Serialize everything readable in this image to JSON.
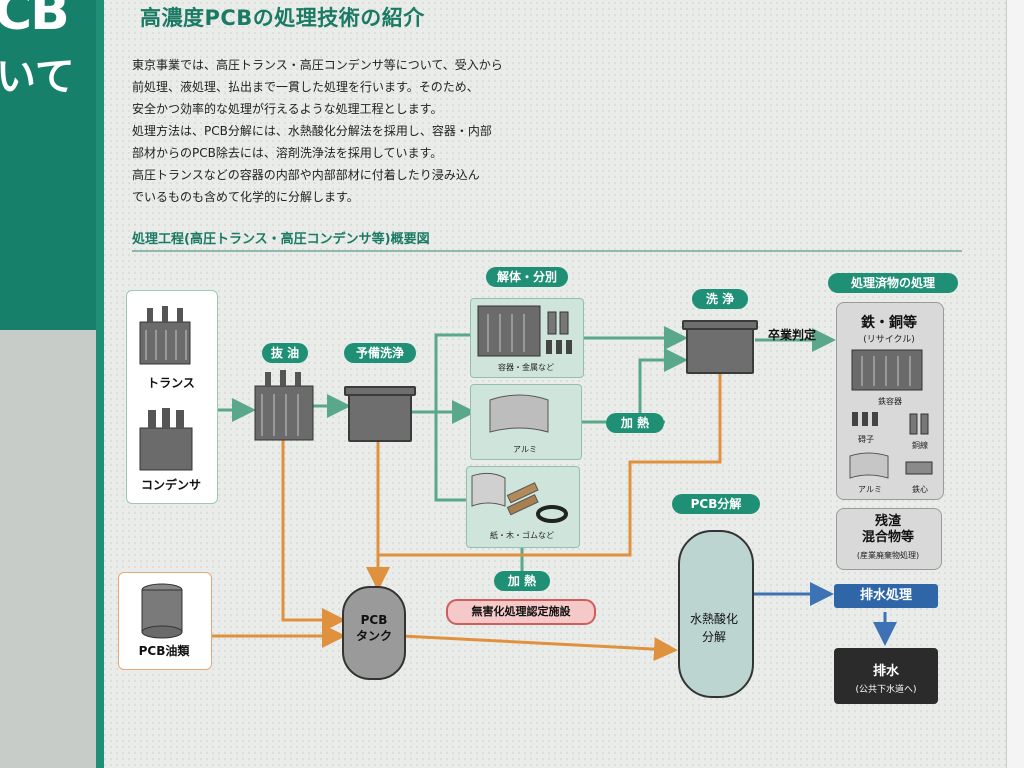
{
  "header": {
    "title": "高濃度PCBの処理技術の紹介",
    "left_big": "CB",
    "left_small": "いて"
  },
  "intro": {
    "lines": [
      "東京事業では、高圧トランス・高圧コンデンサ等について、受入から",
      "前処理、液処理、払出まで一貫した処理を行います。そのため、",
      "安全かつ効率的な処理が行えるような処理工程とします。",
      "処理方法は、PCB分解には、水熱酸化分解法を採用し、容器・内部",
      "部材からのPCB除去には、溶剤洗浄法を採用しています。",
      "高圧トランスなどの容器の内部や内部部材に付着したり浸み込ん",
      "でいるものも含めて化学的に分解します。"
    ]
  },
  "section_title": "処理工程(高圧トランス・高圧コンデンサ等)概要図",
  "diagram": {
    "sources": {
      "transformer": "トランス",
      "capacitor": "コンデンサ",
      "pcb_oil": "PCB油類"
    },
    "steps": {
      "drain": "抜 油",
      "prewash": "予備洗浄",
      "dismantle": "解体・分別",
      "dismantle_item1": "容器・金属など",
      "dismantle_item2": "アルミ",
      "dismantle_item3": "紙・木・ゴムなど",
      "heat1": "加 熱",
      "heat2": "加 熱",
      "wash": "洗 浄",
      "graduation": "卒業判定",
      "pcb_tank": "PCB\nタンク",
      "harmless_facility": "無害化処理認定施設",
      "pcb_decomp": "PCB分解",
      "hydrothermal": "水熱酸化\n分解",
      "wastewater_treatment": "排水処理",
      "wastewater": "排水",
      "wastewater_sub": "(公共下水道へ)"
    },
    "outputs": {
      "header": "処理済物の処理",
      "iron_copper": "鉄・銅等",
      "recycle": "(リサイクル)",
      "iron_container": "鉄容器",
      "insulator": "碍子",
      "copper_wire": "銅線",
      "aluminum": "アルミ",
      "iron_core": "鉄心",
      "residue": "残渣\n混合物等",
      "residue_sub": "(産業廃棄物処理)"
    },
    "colors": {
      "flow_green": "#5aa88c",
      "flow_orange": "#e0913e",
      "flow_blue": "#3d73b5",
      "accent_green": "#1f8f75"
    }
  }
}
